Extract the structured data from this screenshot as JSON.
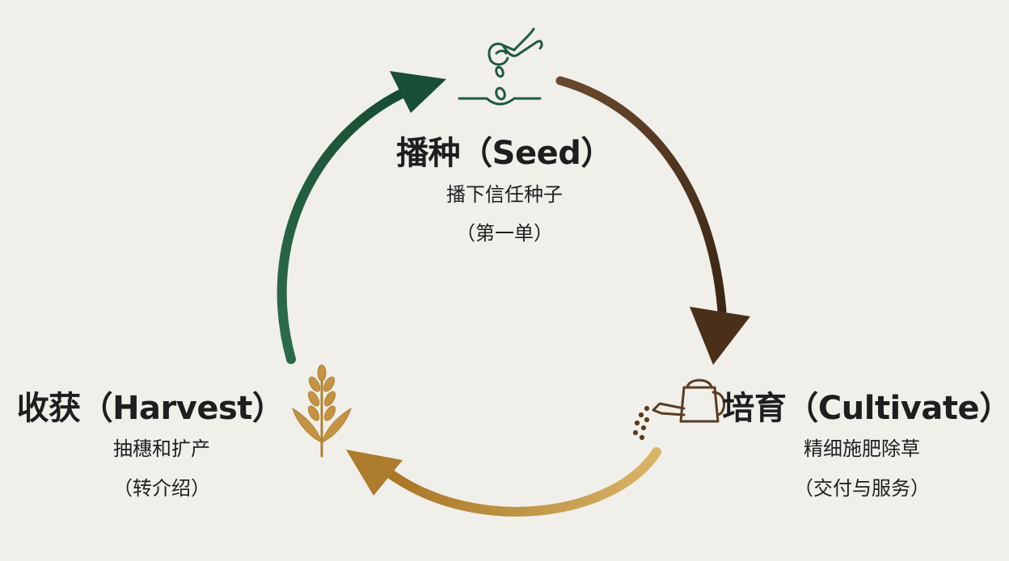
{
  "cycle": {
    "stages": [
      {
        "id": "seed",
        "title": "播种（Seed）",
        "desc_line1": "播下信任种子",
        "desc_line2": "（第一单）",
        "icon": "seed-planting-icon",
        "color": "#1f5a3e"
      },
      {
        "id": "cultivate",
        "title": "培育（Cultivate）",
        "desc_line1": "精细施肥除草",
        "desc_line2": "（交付与服务）",
        "icon": "watering-can-icon",
        "color": "#5a3c22"
      },
      {
        "id": "harvest",
        "title": "收获（Harvest）",
        "desc_line1": "抽穗和扩产",
        "desc_line2": "（转介绍）",
        "icon": "wheat-icon",
        "color": "#b98a3d"
      }
    ]
  }
}
